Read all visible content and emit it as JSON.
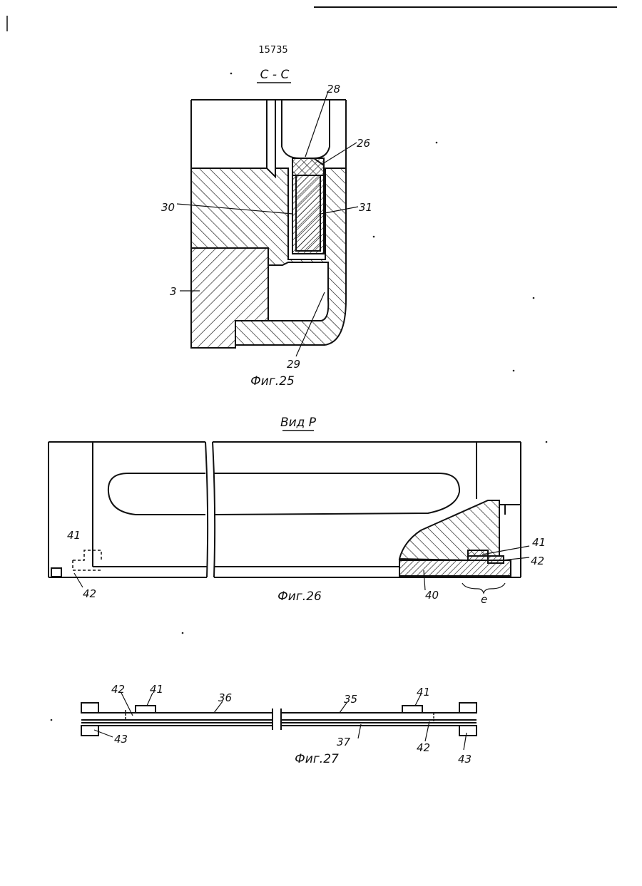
{
  "page_number": "15735",
  "fig25": {
    "section_title": "С - С",
    "caption": "Фиг.25",
    "labels": {
      "l28": "28",
      "l26": "26",
      "l30": "30",
      "l31": "31",
      "l3": "3",
      "l29": "29"
    }
  },
  "fig26": {
    "view_title": "Вид Р",
    "caption": "Фиг.26",
    "labels": {
      "l41a": "41",
      "l42a": "42",
      "l41b": "41",
      "l42b": "42",
      "l40": "40",
      "l_e": "е"
    }
  },
  "fig27": {
    "caption": "Фиг.27",
    "labels": {
      "l42a": "42",
      "l41a": "41",
      "l36": "36",
      "l35": "35",
      "l41b": "41",
      "l43a": "43",
      "l37": "37",
      "l42b": "42",
      "l43b": "43"
    }
  }
}
